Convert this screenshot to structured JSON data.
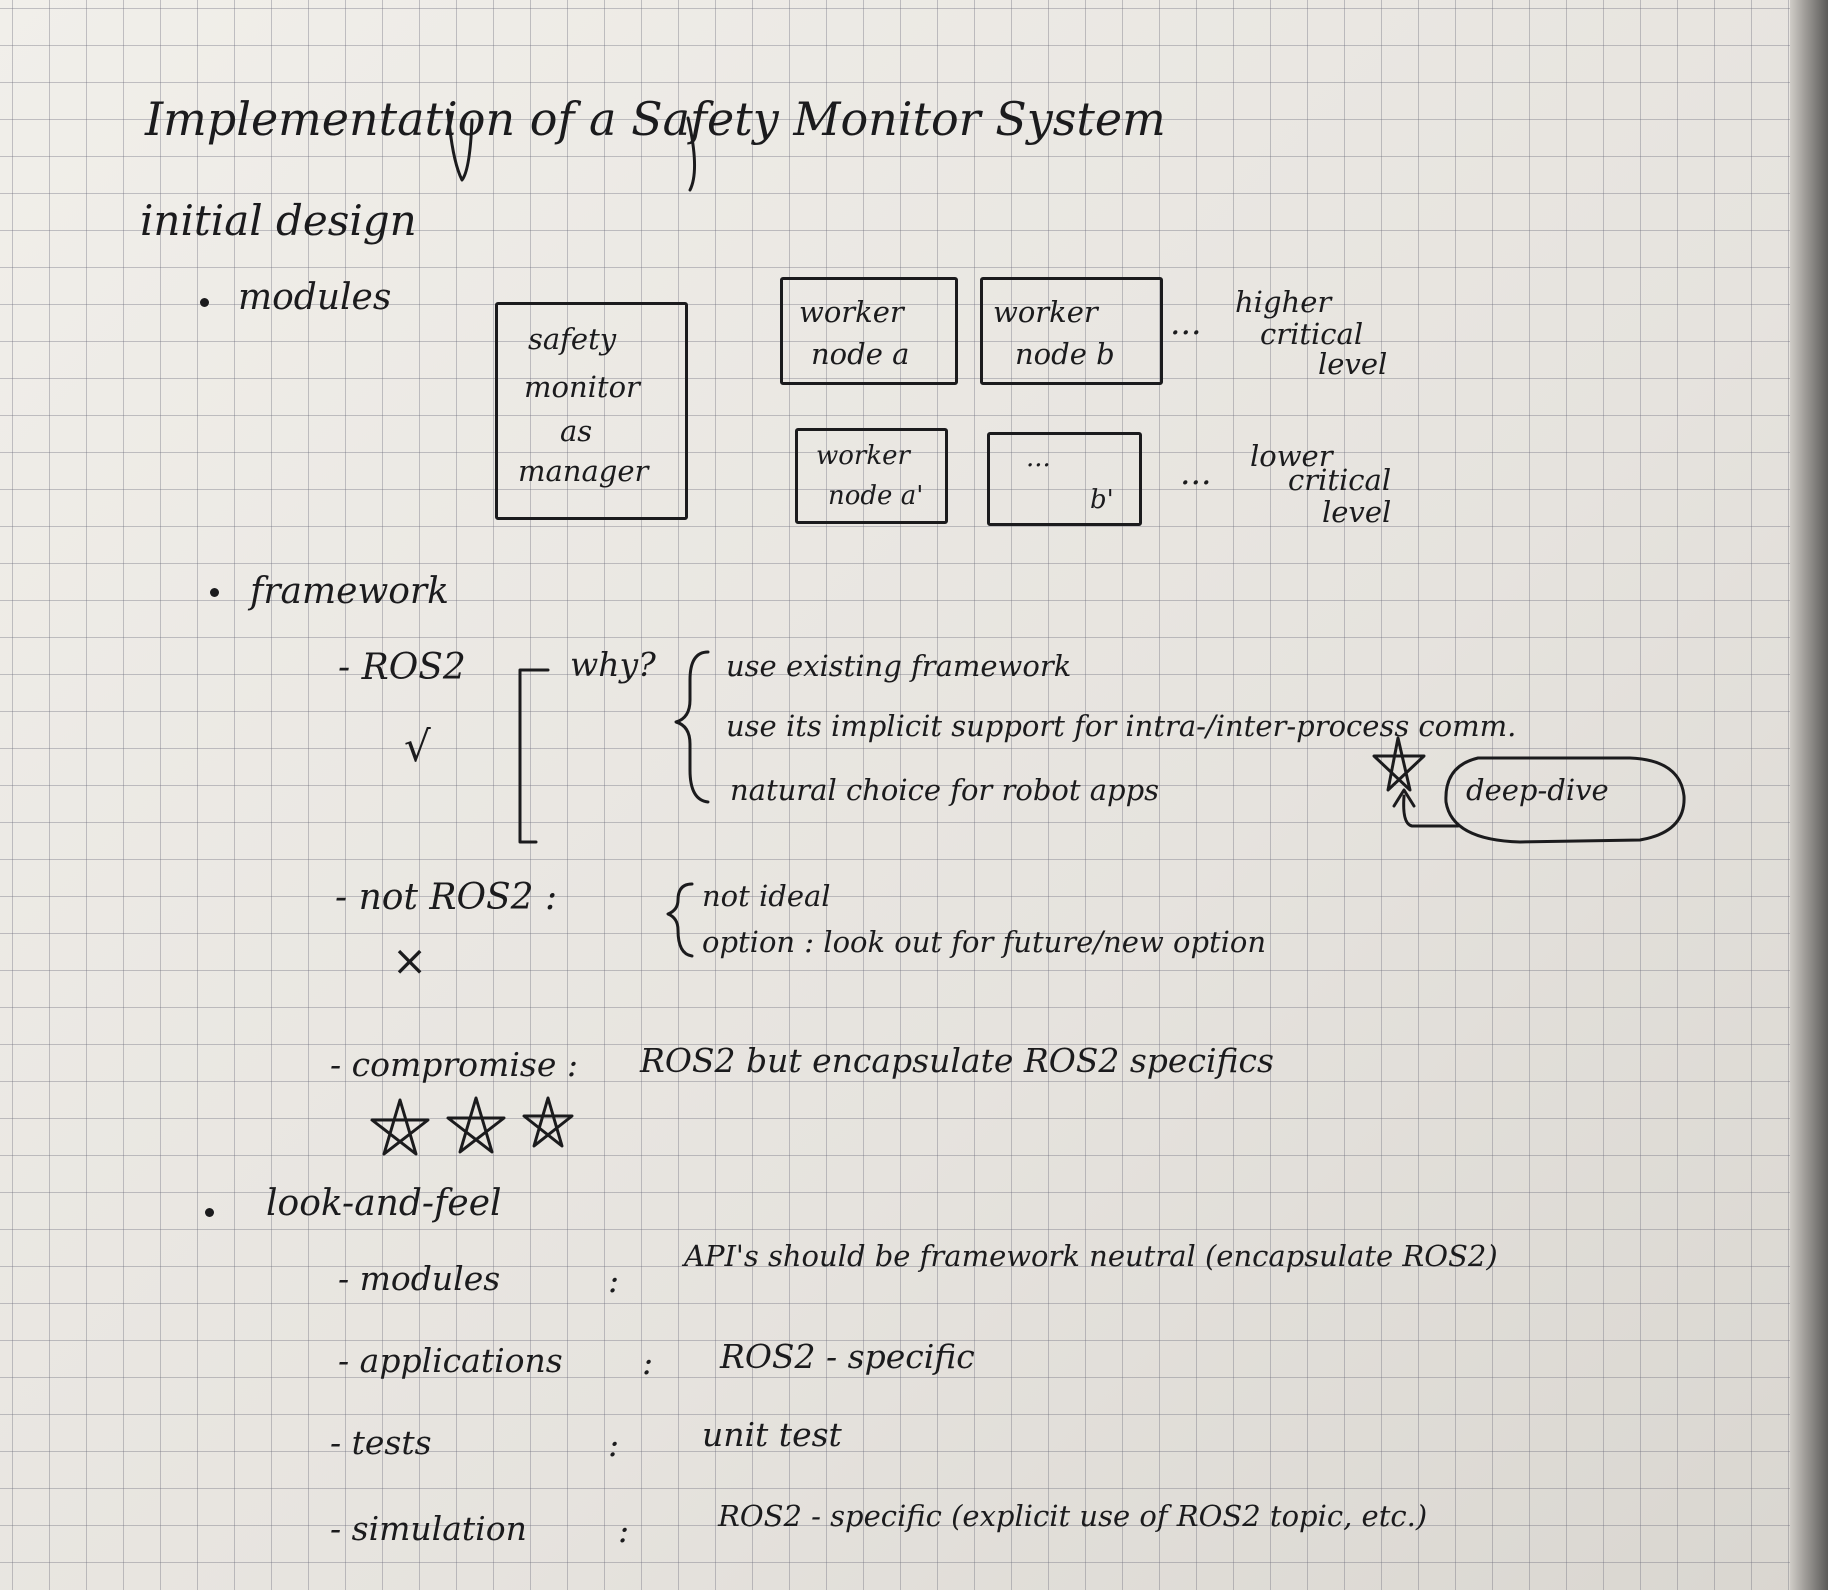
{
  "title": "Implementation of a Safety Monitor System",
  "section": "initial design",
  "modules": {
    "heading": "modules",
    "manager_box": [
      "safety",
      "monitor",
      "as",
      "manager"
    ],
    "worker_a": [
      "worker",
      "node a"
    ],
    "worker_b": [
      "worker",
      "node b"
    ],
    "worker_a_prime": [
      "worker",
      "node a'"
    ],
    "worker_b_prime": [
      "...",
      "b'"
    ],
    "ellipsis": "...",
    "higher_label": [
      "higher",
      "critical",
      "level"
    ],
    "lower_label": [
      "lower",
      "critical",
      "level"
    ]
  },
  "framework": {
    "heading": "framework",
    "ros2": "- ROS2",
    "checkmark": "√",
    "why": "why?",
    "reasons": [
      "use existing framework",
      "use its implicit support for intra-/inter-process comm.",
      "natural choice for robot apps"
    ],
    "deep_dive": "deep-dive",
    "not_ros2": "- not ROS2 :",
    "cross": "×",
    "not_ros2_points": [
      "not ideal",
      "option : look out for future/new option"
    ],
    "compromise": "- compromise :",
    "compromise_text": "ROS2 but encapsulate ROS2 specifics"
  },
  "look_and_feel": {
    "heading": "look-and-feel",
    "rows": [
      {
        "label": "- modules",
        "colon": ":",
        "value": "API's should be framework neutral (encapsulate ROS2)"
      },
      {
        "label": "- applications",
        "colon": ":",
        "value": "ROS2 - specific"
      },
      {
        "label": "- tests",
        "colon": ":",
        "value": "unit test"
      },
      {
        "label": "- simulation",
        "colon": ":",
        "value": "ROS2 - specific (explicit use of ROS2 topic, etc.)"
      }
    ]
  }
}
